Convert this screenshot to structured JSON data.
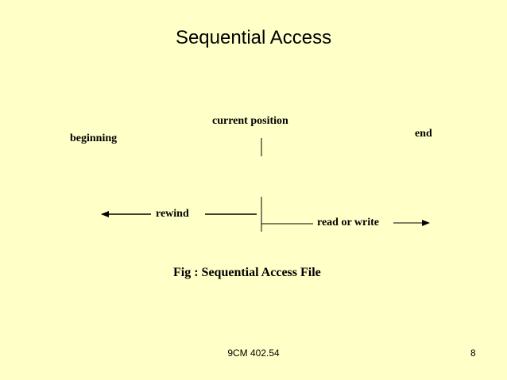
{
  "slide": {
    "title": "Sequential Access",
    "footer": "9CM 402.54",
    "page_number": "8",
    "background_color": "#ffffc8"
  },
  "diagram": {
    "labels": {
      "beginning": "beginning",
      "current_position": "current position",
      "end": "end",
      "rewind": "rewind",
      "read_or_write": "read or write"
    },
    "caption": "Fig : Sequential Access File"
  }
}
